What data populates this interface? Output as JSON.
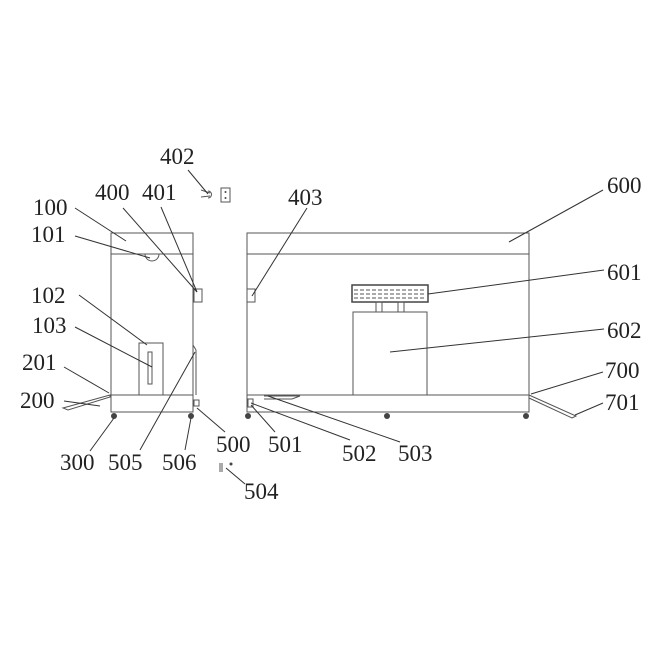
{
  "labels": {
    "l100": "100",
    "l101": "101",
    "l102": "102",
    "l103": "103",
    "l200": "200",
    "l201": "201",
    "l300": "300",
    "l400": "400",
    "l401": "401",
    "l402": "402",
    "l403": "403",
    "l500": "500",
    "l501": "501",
    "l502": "502",
    "l503": "503",
    "l504": "504",
    "l505": "505",
    "l506": "506",
    "l600": "600",
    "l601": "601",
    "l602": "602",
    "l700": "700",
    "l701": "701"
  }
}
